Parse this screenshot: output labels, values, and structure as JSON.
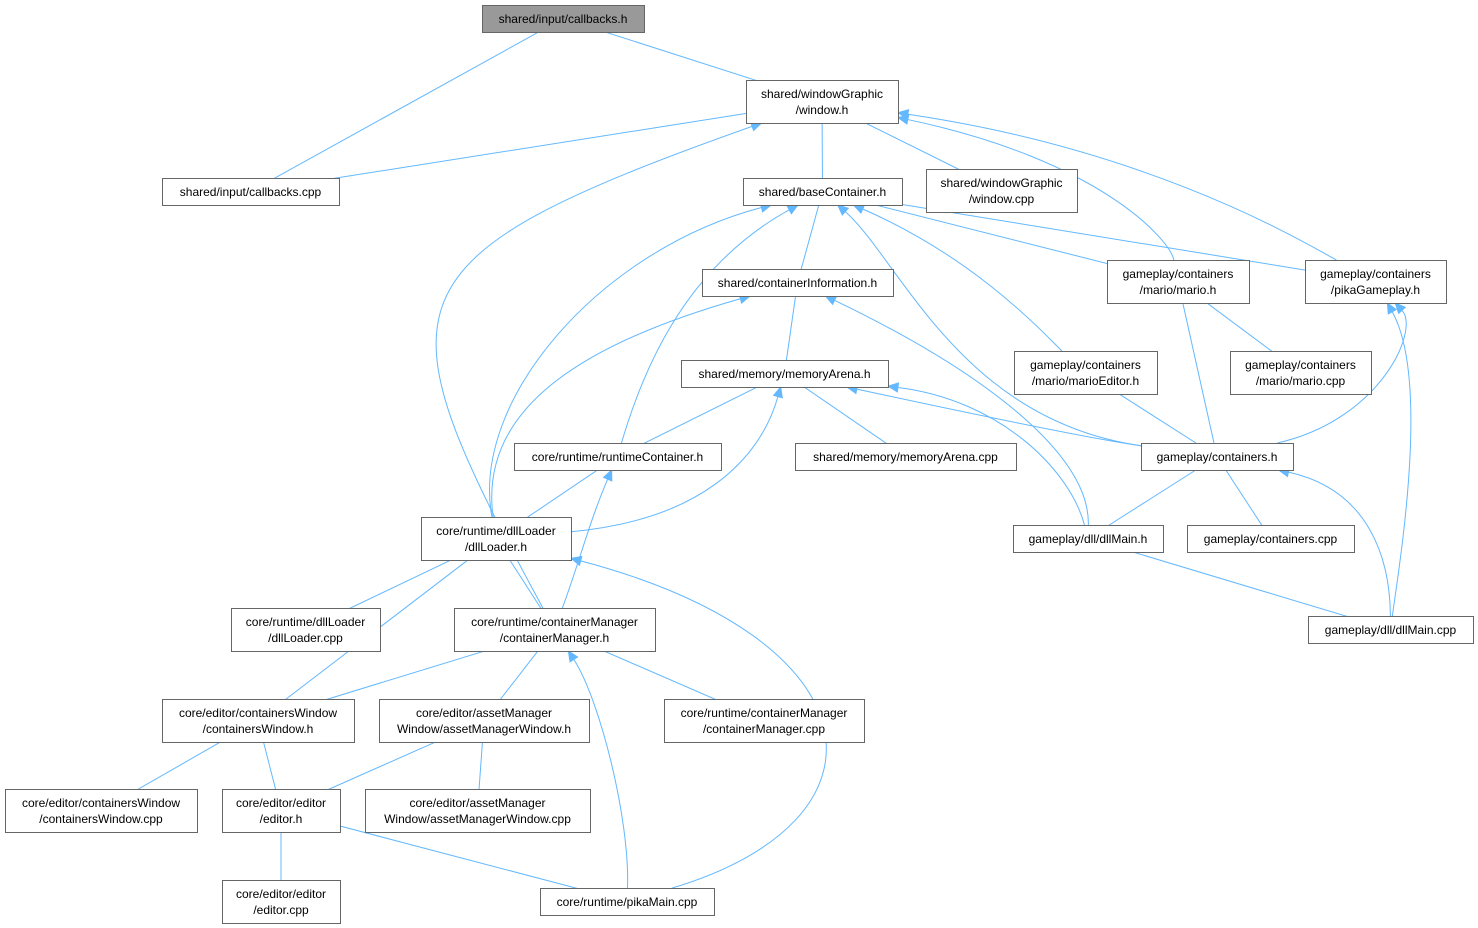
{
  "graph": {
    "root": "cb_h",
    "colors": {
      "edge": "#63b8ff",
      "root_fill": "#999999",
      "node_fill": "#ffffff",
      "border": "#666666"
    },
    "nodes": [
      {
        "id": "cb_h",
        "lines": [
          "shared/input/callbacks.h"
        ]
      },
      {
        "id": "win_h",
        "lines": [
          "shared/windowGraphic",
          "/window.h"
        ]
      },
      {
        "id": "cb_cpp",
        "lines": [
          "shared/input/callbacks.cpp"
        ]
      },
      {
        "id": "base_h",
        "lines": [
          "shared/baseContainer.h"
        ]
      },
      {
        "id": "win_cpp",
        "lines": [
          "shared/windowGraphic",
          "/window.cpp"
        ]
      },
      {
        "id": "ci_h",
        "lines": [
          "shared/containerInformation.h"
        ]
      },
      {
        "id": "mario_h",
        "lines": [
          "gameplay/containers",
          "/mario/mario.h"
        ]
      },
      {
        "id": "pika_h",
        "lines": [
          "gameplay/containers",
          "/pikaGameplay.h"
        ]
      },
      {
        "id": "ma_h",
        "lines": [
          "shared/memory/memoryArena.h"
        ]
      },
      {
        "id": "marioEd",
        "lines": [
          "gameplay/containers",
          "/mario/marioEditor.h"
        ]
      },
      {
        "id": "mario_cpp",
        "lines": [
          "gameplay/containers",
          "/mario/mario.cpp"
        ]
      },
      {
        "id": "rc_h",
        "lines": [
          "core/runtime/runtimeContainer.h"
        ]
      },
      {
        "id": "ma_cpp",
        "lines": [
          "shared/memory/memoryArena.cpp"
        ]
      },
      {
        "id": "cont_h",
        "lines": [
          "gameplay/containers.h"
        ]
      },
      {
        "id": "dll_h",
        "lines": [
          "core/runtime/dllLoader",
          "/dllLoader.h"
        ]
      },
      {
        "id": "dllMain_h",
        "lines": [
          "gameplay/dll/dllMain.h"
        ]
      },
      {
        "id": "cont_cpp",
        "lines": [
          "gameplay/containers.cpp"
        ]
      },
      {
        "id": "dll_cpp",
        "lines": [
          "core/runtime/dllLoader",
          "/dllLoader.cpp"
        ]
      },
      {
        "id": "cm_h",
        "lines": [
          "core/runtime/containerManager",
          "/containerManager.h"
        ]
      },
      {
        "id": "dllMain_cpp",
        "lines": [
          "gameplay/dll/dllMain.cpp"
        ]
      },
      {
        "id": "cw_h",
        "lines": [
          "core/editor/containersWindow",
          "/containersWindow.h"
        ]
      },
      {
        "id": "amw_h",
        "lines": [
          "core/editor/assetManager",
          "Window/assetManagerWindow.h"
        ]
      },
      {
        "id": "cm_cpp",
        "lines": [
          "core/runtime/containerManager",
          "/containerManager.cpp"
        ]
      },
      {
        "id": "cw_cpp",
        "lines": [
          "core/editor/containersWindow",
          "/containersWindow.cpp"
        ]
      },
      {
        "id": "ed_h",
        "lines": [
          "core/editor/editor",
          "/editor.h"
        ]
      },
      {
        "id": "amw_cpp",
        "lines": [
          "core/editor/assetManager",
          "Window/assetManagerWindow.cpp"
        ]
      },
      {
        "id": "ed_cpp",
        "lines": [
          "core/editor/editor",
          "/editor.cpp"
        ]
      },
      {
        "id": "pika_cpp",
        "lines": [
          "core/runtime/pikaMain.cpp"
        ]
      }
    ],
    "edges": [
      [
        "cb_cpp",
        "cb_h"
      ],
      [
        "win_h",
        "cb_h"
      ],
      [
        "cb_cpp",
        "win_h"
      ],
      [
        "base_h",
        "win_h"
      ],
      [
        "win_cpp",
        "win_h"
      ],
      [
        "cm_h",
        "win_h"
      ],
      [
        "mario_h",
        "win_h"
      ],
      [
        "pika_h",
        "win_h"
      ],
      [
        "ci_h",
        "base_h"
      ],
      [
        "dll_h",
        "base_h"
      ],
      [
        "rc_h",
        "base_h"
      ],
      [
        "cont_h",
        "base_h"
      ],
      [
        "mario_h",
        "base_h"
      ],
      [
        "pika_h",
        "base_h"
      ],
      [
        "marioEd",
        "base_h"
      ],
      [
        "ma_h",
        "ci_h"
      ],
      [
        "dll_h",
        "ci_h"
      ],
      [
        "dllMain_h",
        "ci_h"
      ],
      [
        "rc_h",
        "ma_h"
      ],
      [
        "ma_cpp",
        "ma_h"
      ],
      [
        "dll_h",
        "ma_h"
      ],
      [
        "cont_h",
        "ma_h"
      ],
      [
        "dllMain_h",
        "ma_h"
      ],
      [
        "dll_h",
        "rc_h"
      ],
      [
        "cm_h",
        "rc_h"
      ],
      [
        "dll_cpp",
        "dll_h"
      ],
      [
        "cm_h",
        "dll_h"
      ],
      [
        "cw_h",
        "dll_h"
      ],
      [
        "pika_cpp",
        "dll_h"
      ],
      [
        "cont_h",
        "mario_h"
      ],
      [
        "mario_cpp",
        "mario_h"
      ],
      [
        "cont_h",
        "pika_h"
      ],
      [
        "dllMain_cpp",
        "pika_h"
      ],
      [
        "cont_h",
        "marioEd"
      ],
      [
        "dllMain_h",
        "cont_h"
      ],
      [
        "cont_cpp",
        "cont_h"
      ],
      [
        "dllMain_cpp",
        "cont_h"
      ],
      [
        "dllMain_cpp",
        "dllMain_h"
      ],
      [
        "cw_h",
        "cm_h"
      ],
      [
        "amw_h",
        "cm_h"
      ],
      [
        "cm_cpp",
        "cm_h"
      ],
      [
        "pika_cpp",
        "cm_h"
      ],
      [
        "cw_cpp",
        "cw_h"
      ],
      [
        "ed_h",
        "cw_h"
      ],
      [
        "ed_h",
        "amw_h"
      ],
      [
        "amw_cpp",
        "amw_h"
      ],
      [
        "ed_cpp",
        "ed_h"
      ],
      [
        "pika_cpp",
        "ed_h"
      ]
    ]
  }
}
